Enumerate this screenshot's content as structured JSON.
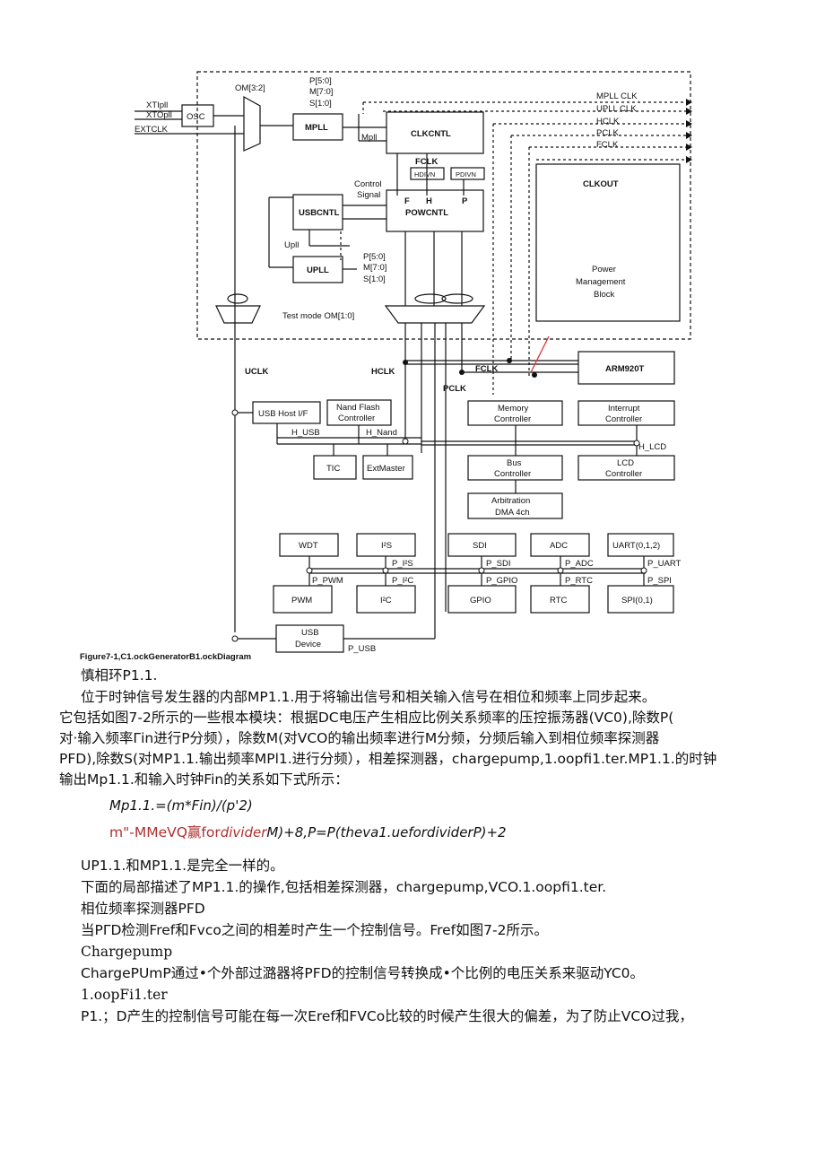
{
  "diagram": {
    "labels": {
      "om32": "OM[3:2]",
      "xtipll": "XTIpll",
      "xtopll": "XTOpll",
      "extclk": "EXTCLK",
      "osc": "OSC",
      "mpll": "MPLL",
      "p50a": "P[5:0]",
      "m70a": "M[7:0]",
      "s10a": "S[1:0]",
      "mpll_sig": "Mpll",
      "clkcntl": "CLKCNTL",
      "fclk_top": "FCLK",
      "hdivn": "HDIVN",
      "pdivn": "PDIVN",
      "control": "Control",
      "signal": "Signal",
      "f": "F",
      "hh": "H",
      "pp": "P",
      "powcntl": "POWCNTL",
      "usbcntl": "USBCNTL",
      "upll_sig": "Upll",
      "upll": "UPLL",
      "p50b": "P[5:0]",
      "m70b": "M[7:0]",
      "s10b": "S[1:0]",
      "mpll_clk": "MPLL CLK",
      "upll_clk": "UPLL CLK",
      "hclk_o": "HCLK",
      "pclk_o": "PCLK",
      "fclk_o": "FCLK",
      "clkout": "CLKOUT",
      "pmb1": "Power",
      "pmb2": "Management",
      "pmb3": "Block",
      "testmode": "Test mode OM[1:0]",
      "uclk": "UCLK",
      "hclk": "HCLK",
      "fclk_b": "FCLK",
      "pclk": "PCLK",
      "arm": "ARM920T",
      "usbhost": "USB Host I/F",
      "nand1": "Nand Flash",
      "nand2": "Controller",
      "mem1": "Memory",
      "mem2": "Controller",
      "int1": "Interrupt",
      "int2": "Controller",
      "h_usb": "H_USB",
      "h_nand": "H_Nand",
      "h_lcd": "H_LCD",
      "tic": "TIC",
      "extmaster": "ExtMaster",
      "bus1": "Bus",
      "bus2": "Controller",
      "lcd1": "LCD",
      "lcd2": "Controller",
      "arb1": "Arbitration",
      "arb2": "DMA 4ch",
      "wdt": "WDT",
      "i2s": "I²S",
      "sdi": "SDI",
      "adc": "ADC",
      "uart": "UART(0,1,2)",
      "p_i2s": "P_I²S",
      "p_sdi": "P_SDI",
      "p_adc": "P_ADC",
      "p_uart": "P_UART",
      "p_pwm": "P_PWM",
      "p_i2c": "P_I²C",
      "p_gpio": "P_GPIO",
      "p_rtc": "P_RTC",
      "p_spi": "P_SPI",
      "pwm": "PWM",
      "i2c": "I²C",
      "gpio": "GPIO",
      "rtc": "RTC",
      "spi": "SPI(0,1)",
      "usbdev1": "USB",
      "usbdev2": "Device",
      "p_usb": "P_USB"
    },
    "caption": "Figure7-1,C1.ockGeneratorB1.ockDiagram"
  },
  "text": {
    "h1": "慎相环P1.1.",
    "p1": [
      "位于时钟信号发生器的内部MP1.1.用于将输出信号和相关输入信号在相位和频率上同步起来。",
      "它包括如图7-2所示的一些根本模块：根据DC电压产生相应比例关系频率的压控振荡器(VC0),除数P(",
      "对·输入频率Γin进行P分频），除数M(对VCO的输出频率进行M分频，分频后输入到相位频率探测器",
      "PFD),除数S(对MP1.1.输出频率MPl1.进行分频），相差探测器，chargepump,1.oopfi1.ter.MP1.1.的时钟",
      "输出Mp1.1.和输入时钟Fin的关系如下式所示："
    ],
    "formula1": "Mp1.1.=(m*Fin)/(p'2)",
    "formula2_red": "m\"-MMeVQ赢for",
    "formula2_red_italic": "divider",
    "formula2_rest": "M)+8,P=P(theva1.uefordividerP)+2",
    "p2": "UP1.1.和MP1.1.是完全一样的。",
    "p3": "下面的局部描述了MP1.1.的操作,包括相差探测器，chargepump,VCO.1.oopfi1.ter.",
    "h2": "相位频率探测器PFD",
    "p4": "当PΓD检测Fref和Fvco之间的相差时产生一个控制信号。Fref如图7-2所示。",
    "h3": "Chargepump",
    "p5": "ChargePUmP通过•个外部过潞器将PFD的控制信号转换成•个比例的电压关系来驱动YC0。",
    "h4": "1.oopFi1.ter",
    "p6": "P1.；D产生的控制信号可能在每一次Eref和FVCo比较的时候产生很大的偏差，为了防止VCO过我，"
  }
}
